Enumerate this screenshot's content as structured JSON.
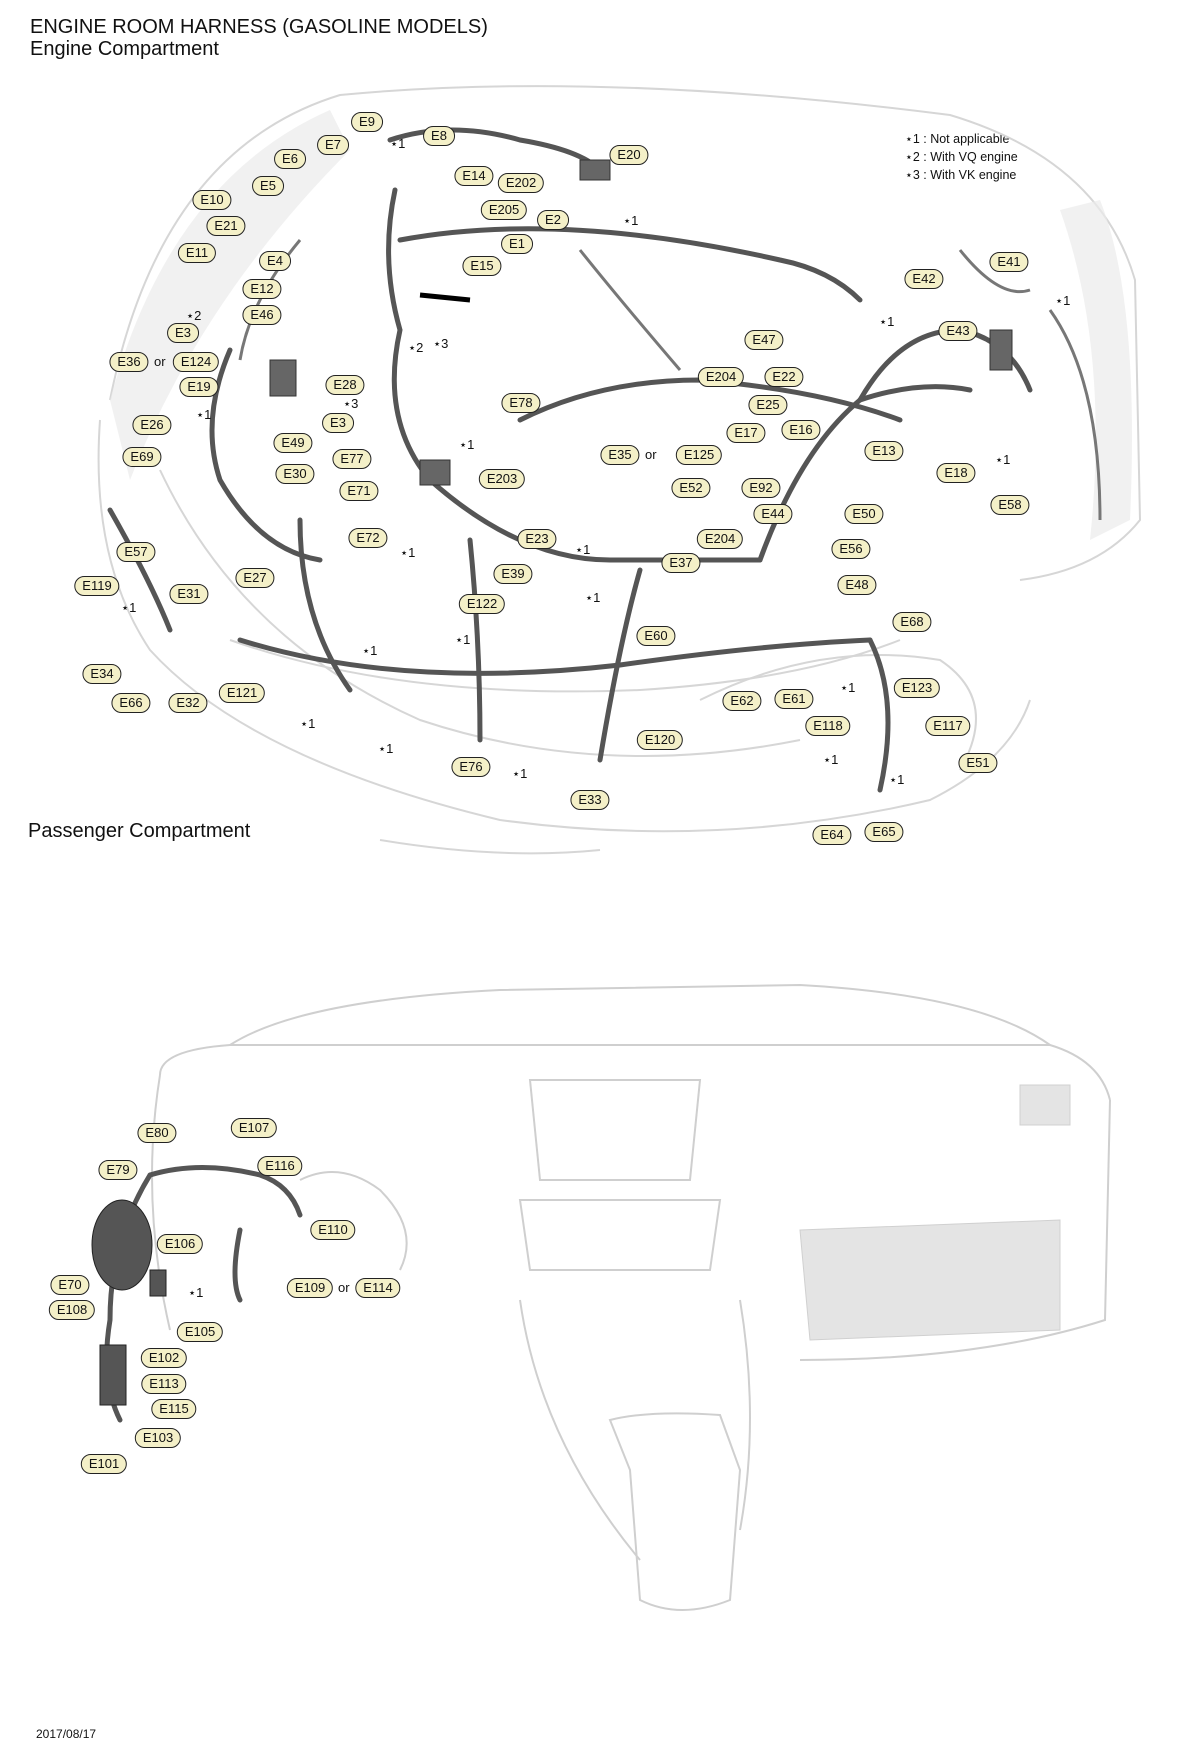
{
  "header": {
    "title": "ENGINE ROOM HARNESS (GASOLINE MODELS)",
    "subtitle": "Engine Compartment"
  },
  "passenger_title": "Passenger Compartment",
  "date": "2017/08/17",
  "legend": [
    "⋆1 : Not applicable",
    "⋆2 : With VQ engine",
    "⋆3 : With VK engine"
  ],
  "star1": "⋆1",
  "star2": "⋆2",
  "star3": "⋆3",
  "or": "or",
  "engine_connectors": [
    "E9",
    "E8",
    "E7",
    "E6",
    "E20",
    "E5",
    "E14",
    "E202",
    "E10",
    "E205",
    "E21",
    "E2",
    "E11",
    "E1",
    "E4",
    "E15",
    "E12",
    "E46",
    "E3",
    "E36",
    "E124",
    "E19",
    "E28",
    "E78",
    "E26",
    "E49",
    "E69",
    "E77",
    "E30",
    "E71",
    "E72",
    "E27",
    "E203",
    "E23",
    "E39",
    "E57",
    "E119",
    "E31",
    "E122",
    "E34",
    "E66",
    "E32",
    "E121",
    "E76",
    "E33",
    "E120",
    "E47",
    "E204",
    "E22",
    "E25",
    "E17",
    "E16",
    "E35",
    "E125",
    "E13",
    "E52",
    "E92",
    "E18",
    "E44",
    "E50",
    "E42",
    "E41",
    "E43",
    "E58",
    "E56",
    "E37",
    "E48",
    "E68",
    "E60",
    "E62",
    "E61",
    "E123",
    "E118",
    "E117",
    "E51",
    "E64",
    "E65"
  ],
  "passenger_connectors": [
    "E80",
    "E107",
    "E79",
    "E116",
    "E110",
    "E106",
    "E70",
    "E109",
    "E114",
    "E108",
    "E105",
    "E102",
    "E113",
    "E115",
    "E103",
    "E101"
  ]
}
